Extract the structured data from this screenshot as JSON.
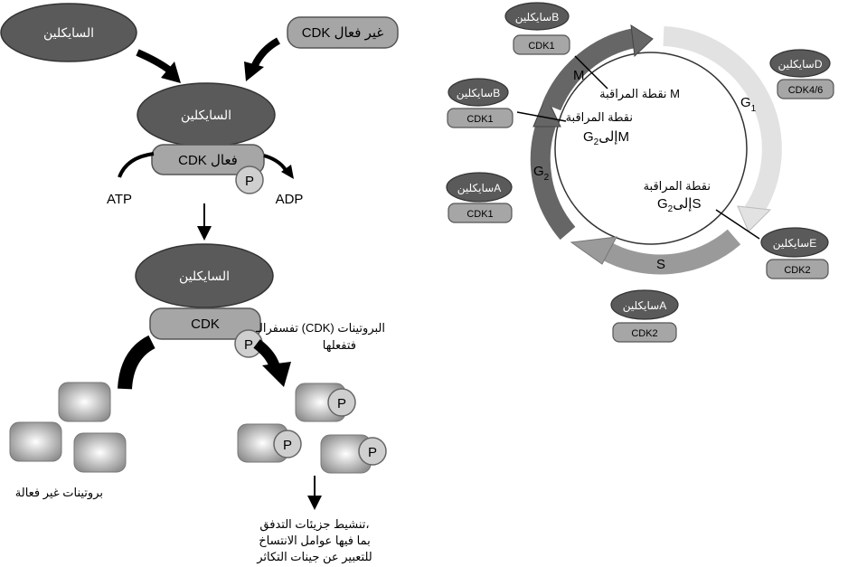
{
  "left": {
    "cyclin_top": "السايكلين",
    "cdk_inactive": "CDK غير فعال",
    "cyclin_mid": "السايكلين",
    "cdk_active": "CDK فعال",
    "phosphate": "P",
    "atp": "ATP",
    "adp": "ADP",
    "cyclin_bottom": "السايكلين",
    "cdk_bottom": "CDK",
    "phosphorylation_line1": "تفسفرالـ (CDK) البروتينات",
    "phosphorylation_line2": "فتفعلها",
    "inactive_proteins": "بروتينات غير فعالة",
    "outcome_line1": "تنشيط جزيئات التدفق،",
    "outcome_line2": "بما فيها عوامل الانتساخ",
    "outcome_line3": "للتعبير عن جينات التكاثر"
  },
  "cycle": {
    "phase_m": "M",
    "phase_g1": "G",
    "phase_g1_sub": "1",
    "phase_s": "S",
    "phase_g2": "G",
    "phase_g2_sub": "2",
    "checkpoint_m": "نقطة المراقبة M",
    "checkpoint_g2m_line1": "نقطة المراقبة",
    "checkpoint_g2m_g": "G",
    "checkpoint_g2m_sub": "2",
    "checkpoint_g2m_rest": "إلىM",
    "checkpoint_g1s_line1": "نقطة المراقبة",
    "checkpoint_g1s_g": "G",
    "checkpoint_g1s_sub": "2",
    "checkpoint_g1s_rest": "إلىS",
    "complexes": [
      {
        "cyclin": "سايكلينB",
        "cdk": "CDK1"
      },
      {
        "cyclin": "سايكلينD",
        "cdk": "CDK4/6"
      },
      {
        "cyclin": "سايكلينB",
        "cdk": "CDK1"
      },
      {
        "cyclin": "سايكلينA",
        "cdk": "CDK1"
      },
      {
        "cyclin": "سايكلينE",
        "cdk": "CDK2"
      },
      {
        "cyclin": "سايكلينA",
        "cdk": "CDK2"
      }
    ]
  },
  "colors": {
    "cyclin": "#5a5a5a",
    "cdk": "#a6a6a6",
    "phosphate": "#cfcfcf",
    "arrow_dark": "#666666",
    "arrow_mid": "#9a9a9a",
    "arrow_light": "#e2e2e2"
  }
}
